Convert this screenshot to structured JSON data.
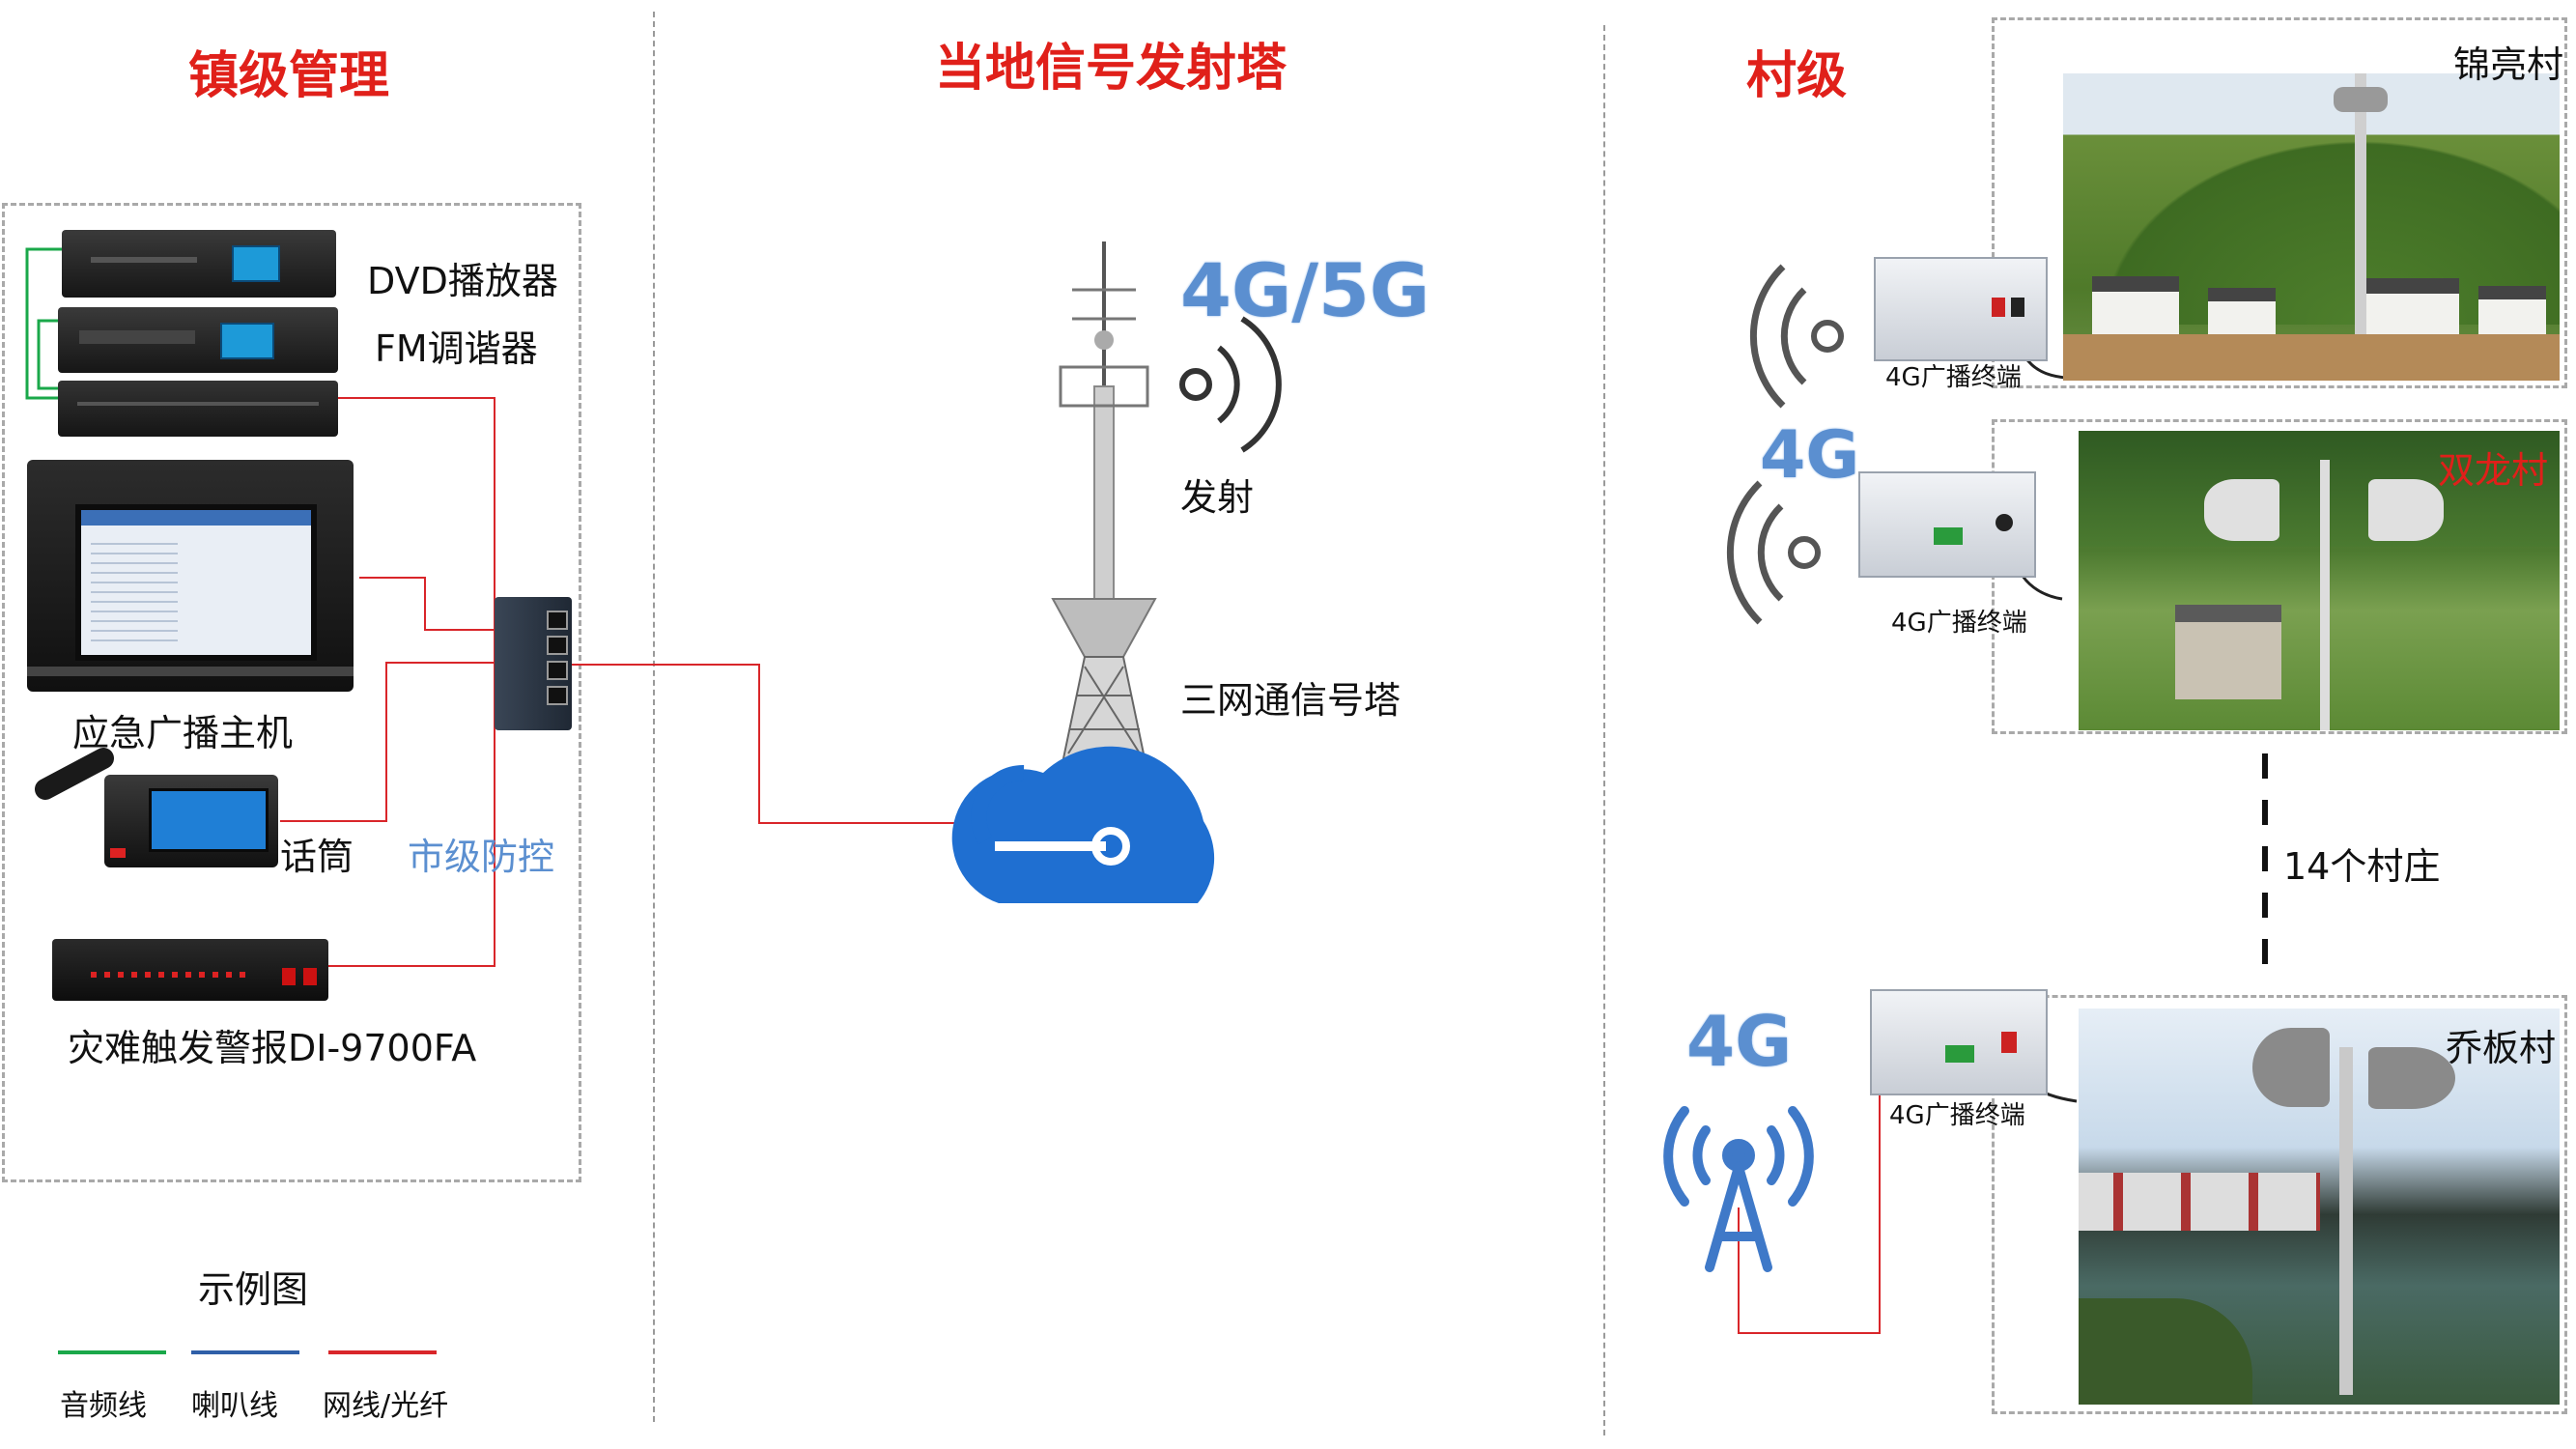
{
  "sections": {
    "town_title": "镇级管理",
    "tower_title": "当地信号发射塔",
    "village_title": "村级"
  },
  "town_devices": {
    "dvd": "DVD播放器",
    "fm": "FM调谐器",
    "host": "应急广播主机",
    "mic": "话筒",
    "city_control": "市级防控",
    "alarm": "灾难触发警报DI-9700FA"
  },
  "legend": {
    "title": "示例图",
    "items": [
      {
        "label": "音频线",
        "color": "#1aa84a"
      },
      {
        "label": "喇叭线",
        "color": "#2f5fa8"
      },
      {
        "label": "网线/光纤",
        "color": "#d9262a"
      }
    ]
  },
  "tower": {
    "signal_label": "4G/5G",
    "emit_label": "发射",
    "tower_label": "三网通信号塔"
  },
  "villages": [
    {
      "name": "锦亮村",
      "terminal": "4G广播终端",
      "name_color": "#111111"
    },
    {
      "name": "双龙村",
      "terminal": "4G广播终端",
      "signal": "4G",
      "name_color": "#e0201a"
    },
    {
      "name": "乔板村",
      "terminal": "4G广播终端",
      "signal": "4G",
      "name_color": "#111111"
    }
  ],
  "village_count": "14个村庄",
  "colors": {
    "title_red": "#e0201a",
    "signal_blue": "#5b8fd0",
    "cloud_blue": "#1f6fd1"
  }
}
